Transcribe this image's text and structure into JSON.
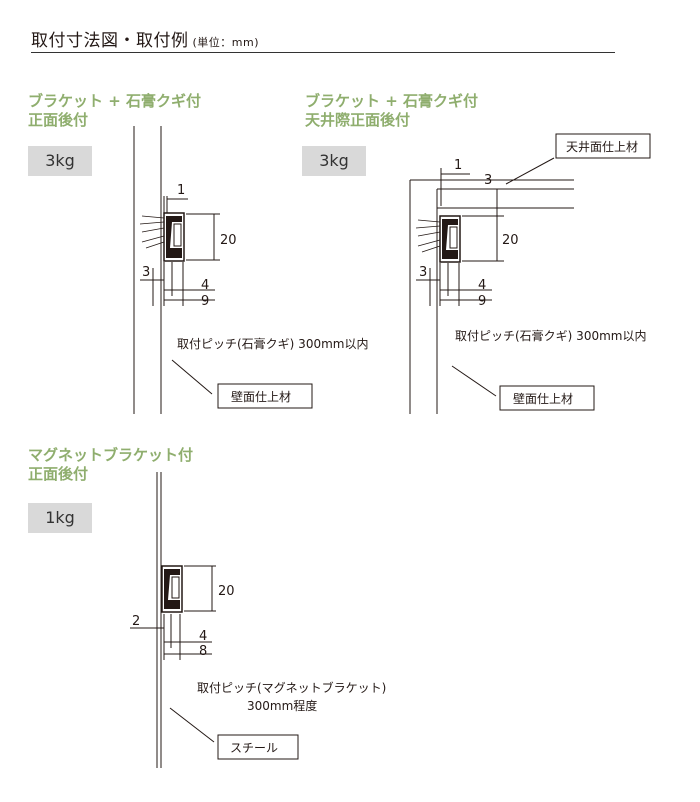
{
  "header": {
    "title": "取付寸法図・取付例",
    "unit": "(単位：mm)"
  },
  "sections": [
    {
      "title_line1": "ブラケット + 石膏クギ付",
      "title_line2": "正面後付",
      "load": "3kg",
      "dims": {
        "top": "1",
        "height": "20",
        "left": "3",
        "inner": "4",
        "outer": "9"
      },
      "pitch_note": "取付ピッチ(石膏クギ) 300mm以内",
      "material": "壁面仕上材"
    },
    {
      "title_line1": "ブラケット + 石膏クギ付",
      "title_line2": "天井際正面後付",
      "load": "3kg",
      "dims": {
        "top": "1",
        "ceiling_gap": "3",
        "height": "20",
        "left": "3",
        "inner": "4",
        "outer": "9"
      },
      "pitch_note": "取付ピッチ(石膏クギ) 300mm以内",
      "material": "壁面仕上材",
      "ceiling_material": "天井面仕上材"
    },
    {
      "title_line1": "マグネットブラケット付",
      "title_line2": "正面後付",
      "load": "1kg",
      "dims": {
        "left": "2",
        "height": "20",
        "inner": "4",
        "outer": "8"
      },
      "pitch_note_line1": "取付ピッチ(マグネットブラケット)",
      "pitch_note_line2": "300mm程度",
      "material": "スチール"
    }
  ]
}
